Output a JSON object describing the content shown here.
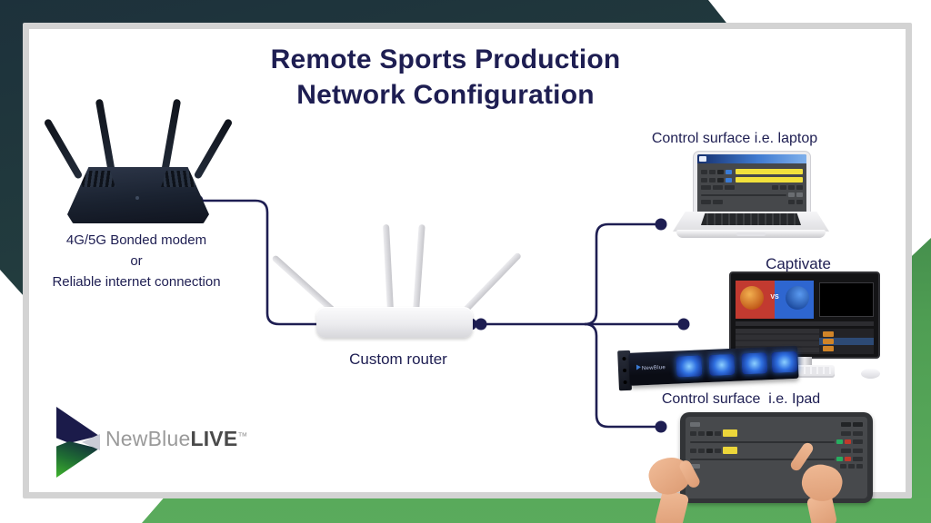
{
  "title": {
    "line1": "Remote Sports Production",
    "line2": "Network Configuration"
  },
  "modem": {
    "line1": "4G/5G Bonded modem",
    "line2": "or",
    "line3": "Reliable internet connection"
  },
  "router": {
    "label": "Custom router"
  },
  "laptop": {
    "label": "Control surface i.e. laptop"
  },
  "captivate": {
    "label": "Captivate",
    "vs": "VS"
  },
  "ipad": {
    "label": "Control surface  i.e. Ipad"
  },
  "rack": {
    "brand": "NewBlue"
  },
  "logo": {
    "name": "NewBlue",
    "bold": "LIVE",
    "tm": "™"
  },
  "colors": {
    "line_navy": "#1e1e52",
    "card_border": "#d3d3d3",
    "corner_teal": "#24403f",
    "corner_green": "#4f9e53",
    "highlight_yellow": "#f2e13c",
    "fan_blue": "#2f6fe0"
  }
}
